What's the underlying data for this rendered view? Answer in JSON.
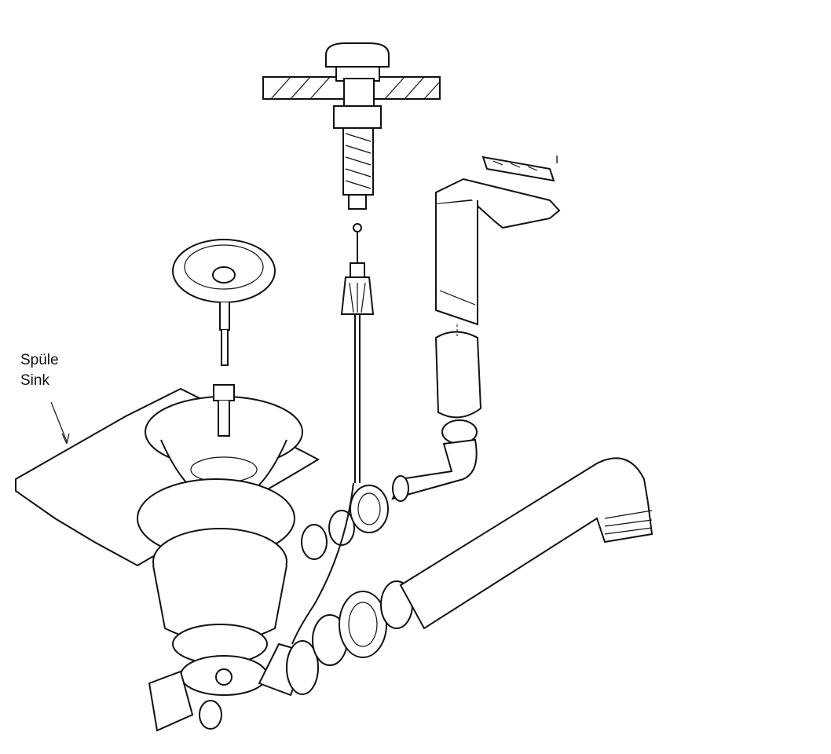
{
  "labels": {
    "sink_de": "Spüle",
    "sink_en": "Sink",
    "mark": "I"
  },
  "colors": {
    "line": "#111111",
    "background": "#ffffff"
  }
}
